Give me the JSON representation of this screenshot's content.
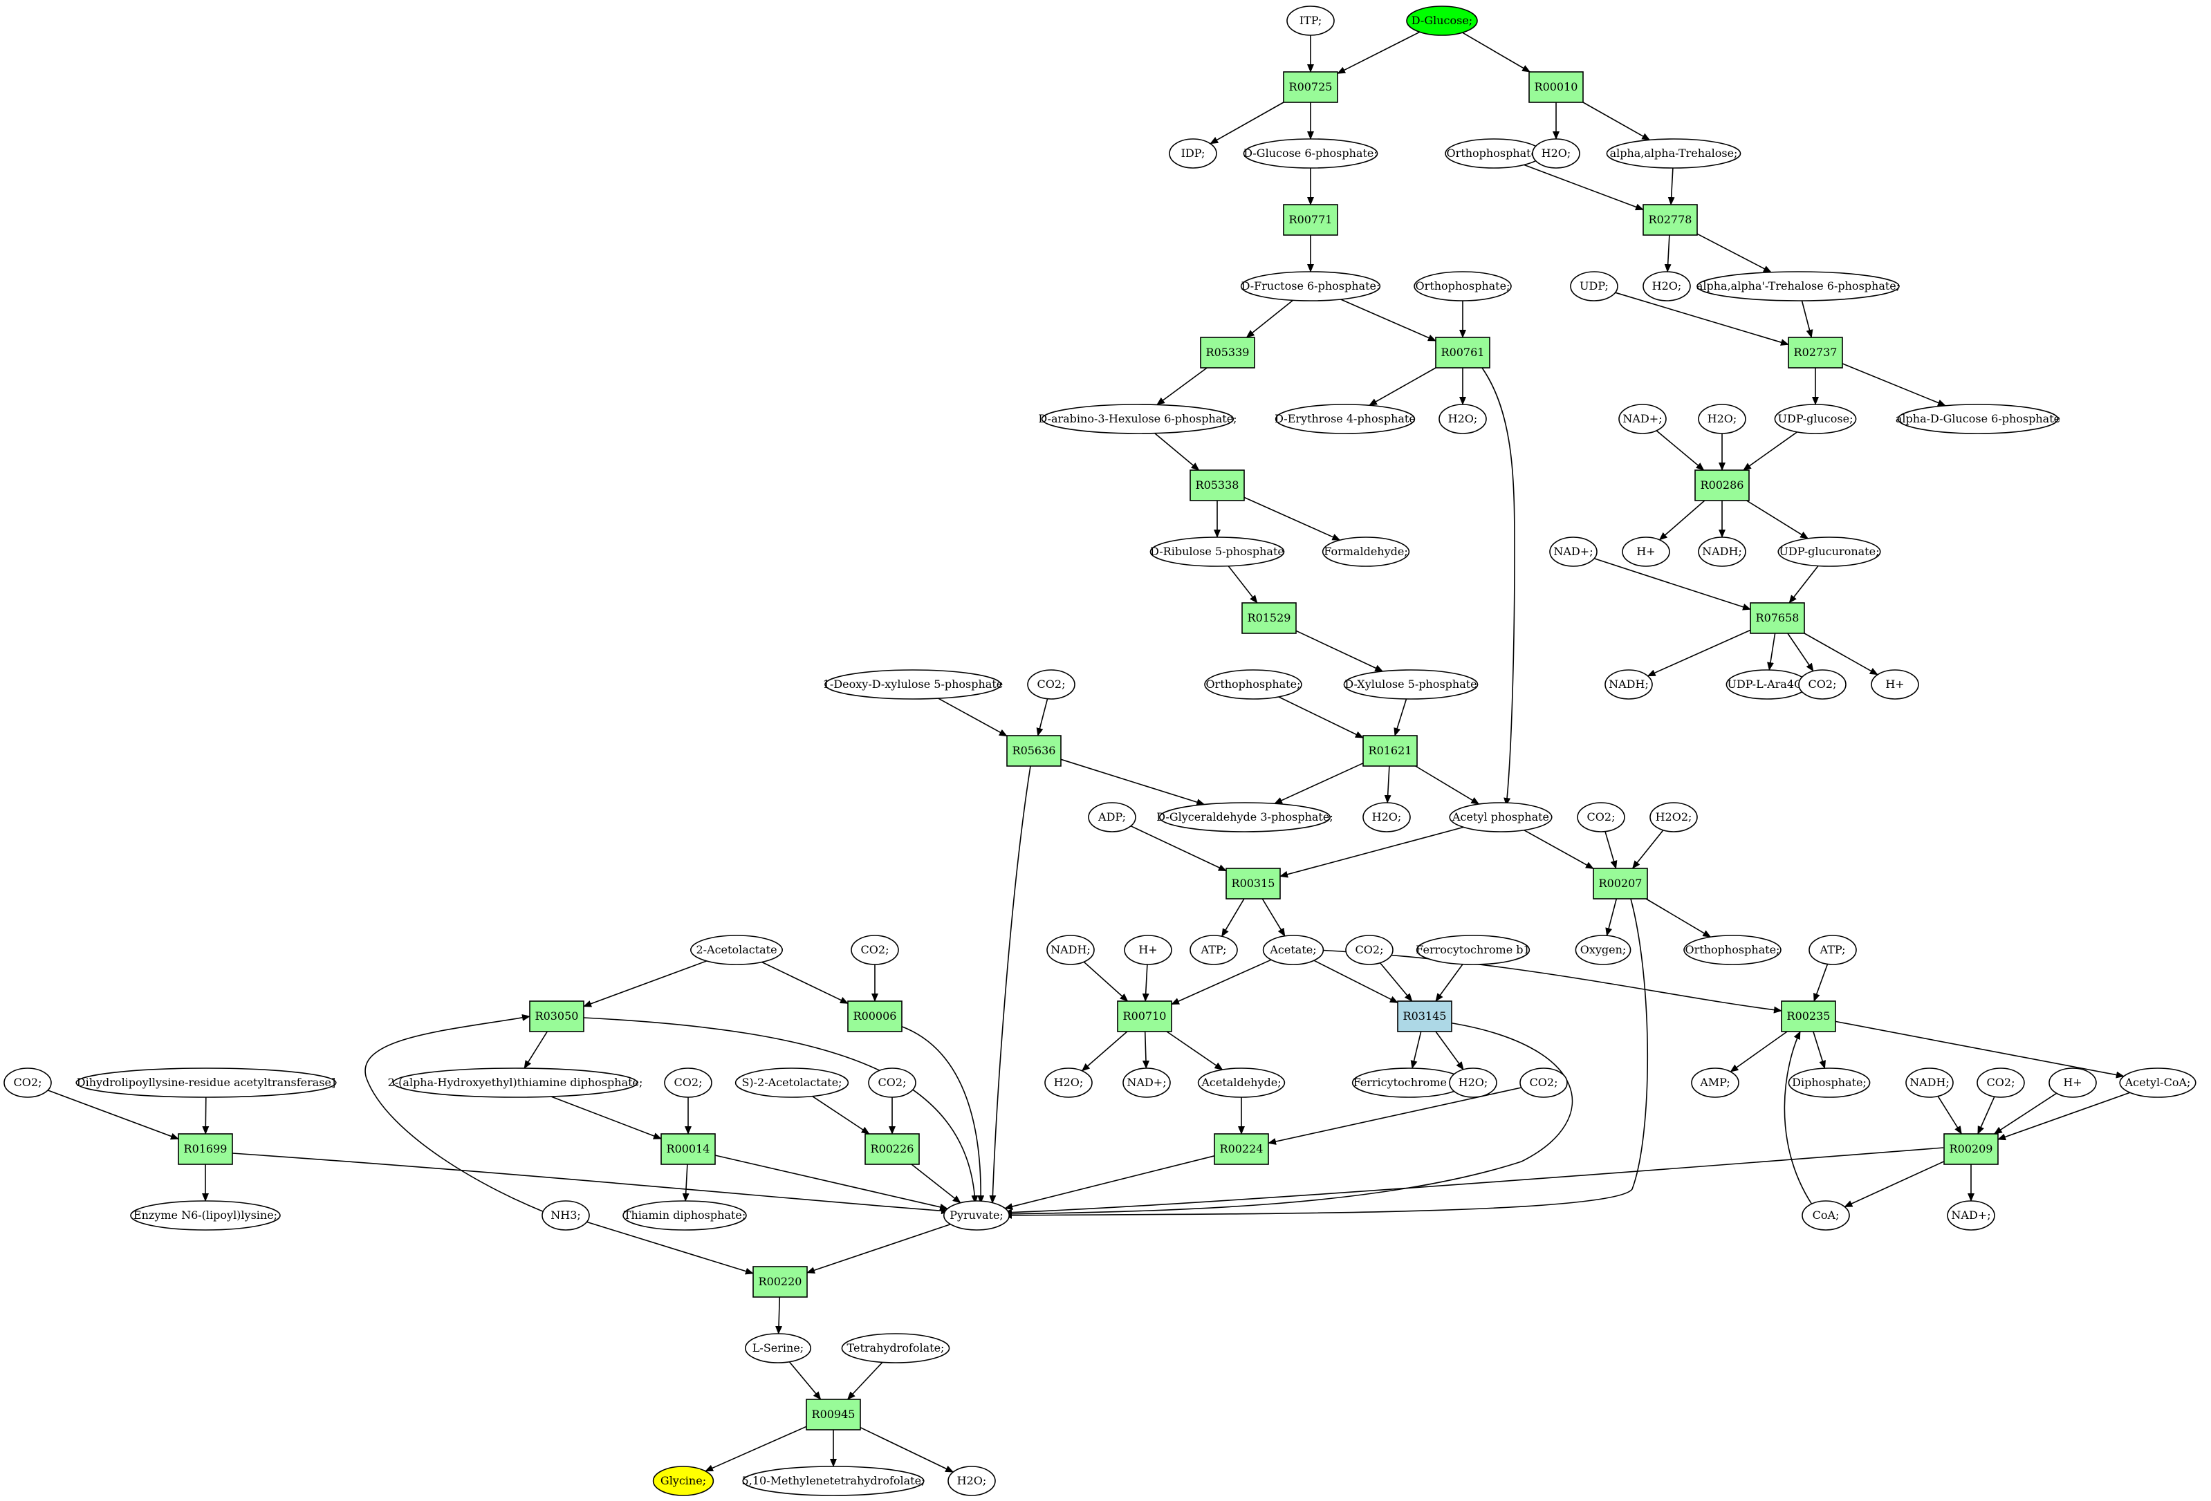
{
  "style": {
    "reaction_fill": "#98fb98",
    "reaction_fill_alt": "#add8e6",
    "start_fill": "#00ff00",
    "target_fill": "#ffff00",
    "compound_fill": "#ffffff",
    "edge_color": "#000000"
  },
  "nodes": [
    {
      "id": "itp",
      "label": "ITP;",
      "kind": "compound"
    },
    {
      "id": "dglucose",
      "label": "D-Glucose;",
      "kind": "start"
    },
    {
      "id": "r00725",
      "label": "R00725",
      "kind": "reaction"
    },
    {
      "id": "r00010",
      "label": "R00010",
      "kind": "reaction"
    },
    {
      "id": "idp",
      "label": "IDP;",
      "kind": "compound"
    },
    {
      "id": "g6p",
      "label": "D-Glucose 6-phosphate;",
      "kind": "compound"
    },
    {
      "id": "pi1",
      "label": "Orthophosphate;",
      "kind": "compound"
    },
    {
      "id": "h2o_a",
      "label": "H2O;",
      "kind": "compound"
    },
    {
      "id": "trehalose",
      "label": "alpha,alpha-Trehalose;",
      "kind": "compound"
    },
    {
      "id": "r00771",
      "label": "R00771",
      "kind": "reaction"
    },
    {
      "id": "r02778",
      "label": "R02778",
      "kind": "reaction"
    },
    {
      "id": "f6p",
      "label": "D-Fructose 6-phosphate;",
      "kind": "compound"
    },
    {
      "id": "pi2",
      "label": "Orthophosphate;",
      "kind": "compound"
    },
    {
      "id": "udp",
      "label": "UDP;",
      "kind": "compound"
    },
    {
      "id": "h2o_b",
      "label": "H2O;",
      "kind": "compound"
    },
    {
      "id": "tre6p",
      "label": "alpha,alpha'-Trehalose 6-phosphate;",
      "kind": "compound"
    },
    {
      "id": "r05339",
      "label": "R05339",
      "kind": "reaction"
    },
    {
      "id": "r00761",
      "label": "R00761",
      "kind": "reaction"
    },
    {
      "id": "r02737",
      "label": "R02737",
      "kind": "reaction"
    },
    {
      "id": "arabino",
      "label": "D-arabino-3-Hexulose 6-phosphate;",
      "kind": "compound"
    },
    {
      "id": "e4p",
      "label": "D-Erythrose 4-phosphate",
      "kind": "compound"
    },
    {
      "id": "h2o_c",
      "label": "H2O;",
      "kind": "compound"
    },
    {
      "id": "nadp_a",
      "label": "NAD+;",
      "kind": "compound"
    },
    {
      "id": "h2o_d",
      "label": "H2O;",
      "kind": "compound"
    },
    {
      "id": "udpglc",
      "label": "UDP-glucose;",
      "kind": "compound"
    },
    {
      "id": "ag1p",
      "label": "alpha-D-Glucose 6-phosphate",
      "kind": "compound"
    },
    {
      "id": "r05338",
      "label": "R05338",
      "kind": "reaction"
    },
    {
      "id": "r00286",
      "label": "R00286",
      "kind": "reaction"
    },
    {
      "id": "ru5p",
      "label": "D-Ribulose 5-phosphate",
      "kind": "compound"
    },
    {
      "id": "formaldehyde",
      "label": "Formaldehyde;",
      "kind": "compound"
    },
    {
      "id": "hplus_a",
      "label": "H+",
      "kind": "compound"
    },
    {
      "id": "nadh_a",
      "label": "NADH;",
      "kind": "compound"
    },
    {
      "id": "udpglcA",
      "label": "UDP-glucuronate;",
      "kind": "compound"
    },
    {
      "id": "nadp_b",
      "label": "NAD+;",
      "kind": "compound"
    },
    {
      "id": "r01529",
      "label": "R01529",
      "kind": "reaction"
    },
    {
      "id": "r07658",
      "label": "R07658",
      "kind": "reaction"
    },
    {
      "id": "nadh_b",
      "label": "NADH;",
      "kind": "compound"
    },
    {
      "id": "udpara",
      "label": "UDP-L-Ara4O;",
      "kind": "compound"
    },
    {
      "id": "co2_a",
      "label": "CO2;",
      "kind": "compound"
    },
    {
      "id": "hplus_b",
      "label": "H+",
      "kind": "compound"
    },
    {
      "id": "dxp",
      "label": "1-Deoxy-D-xylulose 5-phosphate",
      "kind": "compound"
    },
    {
      "id": "co2_b",
      "label": "CO2;",
      "kind": "compound"
    },
    {
      "id": "pi3",
      "label": "Orthophosphate;",
      "kind": "compound"
    },
    {
      "id": "x5p",
      "label": "D-Xylulose 5-phosphate",
      "kind": "compound"
    },
    {
      "id": "r05636",
      "label": "R05636",
      "kind": "reaction"
    },
    {
      "id": "r01621",
      "label": "R01621",
      "kind": "reaction"
    },
    {
      "id": "adp",
      "label": "ADP;",
      "kind": "compound"
    },
    {
      "id": "gap",
      "label": "D-Glyceraldehyde 3-phosphate;",
      "kind": "compound"
    },
    {
      "id": "h2o_e",
      "label": "H2O;",
      "kind": "compound"
    },
    {
      "id": "acp",
      "label": "Acetyl phosphate",
      "kind": "compound"
    },
    {
      "id": "co2_c",
      "label": "CO2;",
      "kind": "compound"
    },
    {
      "id": "h2o2",
      "label": "H2O2;",
      "kind": "compound"
    },
    {
      "id": "r00315",
      "label": "R00315",
      "kind": "reaction"
    },
    {
      "id": "r00207",
      "label": "R00207",
      "kind": "reaction"
    },
    {
      "id": "acetolactate",
      "label": "2-Acetolactate",
      "kind": "compound"
    },
    {
      "id": "co2_d",
      "label": "CO2;",
      "kind": "compound"
    },
    {
      "id": "nadh_c",
      "label": "NADH;",
      "kind": "compound"
    },
    {
      "id": "hplus_c",
      "label": "H+",
      "kind": "compound"
    },
    {
      "id": "atp_a",
      "label": "ATP;",
      "kind": "compound"
    },
    {
      "id": "acetate",
      "label": "Acetate;",
      "kind": "compound"
    },
    {
      "id": "co2_e",
      "label": "CO2;",
      "kind": "compound"
    },
    {
      "id": "fcb1",
      "label": "Ferrocytochrome b1",
      "kind": "compound"
    },
    {
      "id": "oxygen",
      "label": "Oxygen;",
      "kind": "compound"
    },
    {
      "id": "pi4",
      "label": "Orthophosphate;",
      "kind": "compound"
    },
    {
      "id": "atp_b",
      "label": "ATP;",
      "kind": "compound"
    },
    {
      "id": "r03050",
      "label": "R03050",
      "kind": "reaction"
    },
    {
      "id": "r00006",
      "label": "R00006",
      "kind": "reaction"
    },
    {
      "id": "r00710",
      "label": "R00710",
      "kind": "reaction"
    },
    {
      "id": "r03145",
      "label": "R03145",
      "kind": "reaction_alt"
    },
    {
      "id": "r00235",
      "label": "R00235",
      "kind": "reaction"
    },
    {
      "id": "co2_f",
      "label": "CO2;",
      "kind": "compound"
    },
    {
      "id": "dihydro",
      "label": "Dihydrolipoyllysine-residue acetyltransferase]",
      "kind": "compound"
    },
    {
      "id": "hethpp",
      "label": "2-(alpha-Hydroxyethyl)thiamine diphosphate;",
      "kind": "compound"
    },
    {
      "id": "co2_g",
      "label": "CO2;",
      "kind": "compound"
    },
    {
      "id": "sacetolactate",
      "label": "S)-2-Acetolactate;",
      "kind": "compound"
    },
    {
      "id": "co2_h",
      "label": "CO2;",
      "kind": "compound"
    },
    {
      "id": "h2o_f",
      "label": "H2O;",
      "kind": "compound"
    },
    {
      "id": "nadp_c",
      "label": "NAD+;",
      "kind": "compound"
    },
    {
      "id": "acetaldehyde",
      "label": "Acetaldehyde;",
      "kind": "compound"
    },
    {
      "id": "fcicb1",
      "label": "Ferricytochrome b1",
      "kind": "compound"
    },
    {
      "id": "h2o_g",
      "label": "H2O;",
      "kind": "compound"
    },
    {
      "id": "co2_i",
      "label": "CO2;",
      "kind": "compound"
    },
    {
      "id": "amp",
      "label": "AMP;",
      "kind": "compound"
    },
    {
      "id": "ppi",
      "label": "Diphosphate;",
      "kind": "compound"
    },
    {
      "id": "nadh_d",
      "label": "NADH;",
      "kind": "compound"
    },
    {
      "id": "co2_j",
      "label": "CO2;",
      "kind": "compound"
    },
    {
      "id": "hplus_d",
      "label": "H+",
      "kind": "compound"
    },
    {
      "id": "accoa",
      "label": "Acetyl-CoA;",
      "kind": "compound"
    },
    {
      "id": "r01699",
      "label": "R01699",
      "kind": "reaction"
    },
    {
      "id": "r00014",
      "label": "R00014",
      "kind": "reaction"
    },
    {
      "id": "r00226",
      "label": "R00226",
      "kind": "reaction"
    },
    {
      "id": "r00224",
      "label": "R00224",
      "kind": "reaction"
    },
    {
      "id": "r00209",
      "label": "R00209",
      "kind": "reaction"
    },
    {
      "id": "enzlip",
      "label": "Enzyme N6-(lipoyl)lysine;",
      "kind": "compound"
    },
    {
      "id": "nh3",
      "label": "NH3;",
      "kind": "compound"
    },
    {
      "id": "thpp",
      "label": "Thiamin diphosphate;",
      "kind": "compound"
    },
    {
      "id": "pyruvate",
      "label": "Pyruvate;",
      "kind": "compound"
    },
    {
      "id": "coa",
      "label": "CoA;",
      "kind": "compound"
    },
    {
      "id": "nadp_d",
      "label": "NAD+;",
      "kind": "compound"
    },
    {
      "id": "r00220",
      "label": "R00220",
      "kind": "reaction"
    },
    {
      "id": "serine",
      "label": "L-Serine;",
      "kind": "compound"
    },
    {
      "id": "thf",
      "label": "Tetrahydrofolate;",
      "kind": "compound"
    },
    {
      "id": "r00945",
      "label": "R00945",
      "kind": "reaction"
    },
    {
      "id": "glycine",
      "label": "Glycine;",
      "kind": "target"
    },
    {
      "id": "methf",
      "label": "5,10-Methylenetetrahydrofolate;",
      "kind": "compound"
    },
    {
      "id": "h2o_h",
      "label": "H2O;",
      "kind": "compound"
    }
  ],
  "edges": [
    [
      "itp",
      "r00725"
    ],
    [
      "dglucose",
      "r00725"
    ],
    [
      "dglucose",
      "r00010"
    ],
    [
      "r00725",
      "idp"
    ],
    [
      "r00725",
      "g6p"
    ],
    [
      "r00010",
      "h2o_a"
    ],
    [
      "r00010",
      "trehalose"
    ],
    [
      "g6p",
      "r00771"
    ],
    [
      "r00771",
      "f6p"
    ],
    [
      "pi1",
      "r02778"
    ],
    [
      "trehalose",
      "r02778"
    ],
    [
      "r02778",
      "h2o_b"
    ],
    [
      "r02778",
      "tre6p"
    ],
    [
      "f6p",
      "r05339"
    ],
    [
      "f6p",
      "r00761"
    ],
    [
      "pi2",
      "r00761"
    ],
    [
      "udp",
      "r02737"
    ],
    [
      "tre6p",
      "r02737"
    ],
    [
      "r02737",
      "udpglc"
    ],
    [
      "r02737",
      "ag1p"
    ],
    [
      "r05339",
      "arabino"
    ],
    [
      "r00761",
      "e4p"
    ],
    [
      "r00761",
      "h2o_c"
    ],
    [
      "r00761",
      "acp"
    ],
    [
      "nadp_a",
      "r00286"
    ],
    [
      "h2o_d",
      "r00286"
    ],
    [
      "udpglc",
      "r00286"
    ],
    [
      "arabino",
      "r05338"
    ],
    [
      "r05338",
      "ru5p"
    ],
    [
      "r05338",
      "formaldehyde"
    ],
    [
      "r00286",
      "hplus_a"
    ],
    [
      "r00286",
      "nadh_a"
    ],
    [
      "r00286",
      "udpglcA"
    ],
    [
      "ru5p",
      "r01529"
    ],
    [
      "r01529",
      "x5p"
    ],
    [
      "nadp_b",
      "r07658"
    ],
    [
      "udpglcA",
      "r07658"
    ],
    [
      "r07658",
      "nadh_b"
    ],
    [
      "r07658",
      "udpara"
    ],
    [
      "r07658",
      "co2_a"
    ],
    [
      "r07658",
      "hplus_b"
    ],
    [
      "dxp",
      "r05636"
    ],
    [
      "co2_b",
      "r05636"
    ],
    [
      "r05636",
      "gap"
    ],
    [
      "r05636",
      "pyruvate"
    ],
    [
      "pi3",
      "r01621"
    ],
    [
      "x5p",
      "r01621"
    ],
    [
      "r01621",
      "gap"
    ],
    [
      "r01621",
      "h2o_e"
    ],
    [
      "r01621",
      "acp"
    ],
    [
      "adp",
      "r00315"
    ],
    [
      "acp",
      "r00315"
    ],
    [
      "acp",
      "r00207"
    ],
    [
      "co2_c",
      "r00207"
    ],
    [
      "h2o2",
      "r00207"
    ],
    [
      "r00315",
      "atp_a"
    ],
    [
      "r00315",
      "acetate"
    ],
    [
      "r00207",
      "oxygen"
    ],
    [
      "r00207",
      "pi4"
    ],
    [
      "r00207",
      "pyruvate"
    ],
    [
      "acetolactate",
      "r03050"
    ],
    [
      "acetolactate",
      "r00006"
    ],
    [
      "co2_d",
      "r00006"
    ],
    [
      "nadh_c",
      "r00710"
    ],
    [
      "hplus_c",
      "r00710"
    ],
    [
      "acetate",
      "r00710"
    ],
    [
      "acetate",
      "r03145"
    ],
    [
      "co2_e",
      "r03145"
    ],
    [
      "fcb1",
      "r03145"
    ],
    [
      "acetate",
      "r00235"
    ],
    [
      "atp_b",
      "r00235"
    ],
    [
      "coa",
      "r00235"
    ],
    [
      "r03050",
      "hethpp"
    ],
    [
      "r03050",
      "pyruvate"
    ],
    [
      "r00006",
      "pyruvate"
    ],
    [
      "r00710",
      "h2o_f"
    ],
    [
      "r00710",
      "nadp_c"
    ],
    [
      "r00710",
      "acetaldehyde"
    ],
    [
      "r03145",
      "fcicb1"
    ],
    [
      "r03145",
      "h2o_g"
    ],
    [
      "r03145",
      "pyruvate"
    ],
    [
      "r00235",
      "amp"
    ],
    [
      "r00235",
      "ppi"
    ],
    [
      "r00235",
      "accoa"
    ],
    [
      "co2_f",
      "r01699"
    ],
    [
      "dihydro",
      "r01699"
    ],
    [
      "hethpp",
      "r00014"
    ],
    [
      "co2_g",
      "r00014"
    ],
    [
      "sacetolactate",
      "r00226"
    ],
    [
      "co2_h",
      "r00226"
    ],
    [
      "acetaldehyde",
      "r00224"
    ],
    [
      "co2_i",
      "r00224"
    ],
    [
      "nadh_d",
      "r00209"
    ],
    [
      "co2_j",
      "r00209"
    ],
    [
      "hplus_d",
      "r00209"
    ],
    [
      "accoa",
      "r00209"
    ],
    [
      "r01699",
      "enzlip"
    ],
    [
      "r01699",
      "pyruvate"
    ],
    [
      "r00014",
      "thpp"
    ],
    [
      "r00014",
      "pyruvate"
    ],
    [
      "r00226",
      "pyruvate"
    ],
    [
      "r00224",
      "pyruvate"
    ],
    [
      "r00209",
      "pyruvate"
    ],
    [
      "r00209",
      "coa"
    ],
    [
      "r00209",
      "nadp_d"
    ],
    [
      "thpp",
      "r03050"
    ],
    [
      "nh3",
      "r00220"
    ],
    [
      "pyruvate",
      "r00220"
    ],
    [
      "r00220",
      "serine"
    ],
    [
      "serine",
      "r00945"
    ],
    [
      "thf",
      "r00945"
    ],
    [
      "r00945",
      "glycine"
    ],
    [
      "r00945",
      "methf"
    ],
    [
      "r00945",
      "h2o_h"
    ]
  ]
}
